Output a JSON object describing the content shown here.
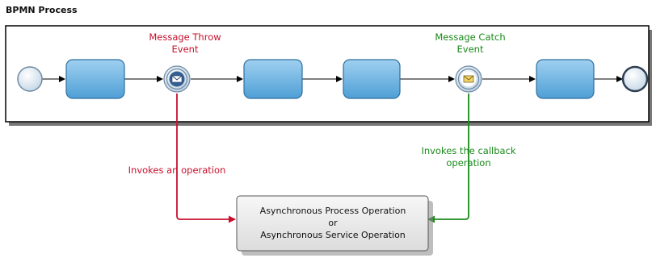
{
  "title": "BPMN Process",
  "labels": {
    "throw_line1": "Message Throw",
    "throw_line2": "Event",
    "catch_line1": "Message Catch",
    "catch_line2": "Event",
    "invokes_operation": "Invokes an operation",
    "callback_line1": "Invokes the callback",
    "callback_line2": "operation"
  },
  "operation_box": {
    "line1": "Asynchronous Process Operation",
    "line2": "or",
    "line3": "Asynchronous Service Operation"
  },
  "colors": {
    "throw": "#c8102e",
    "catch": "#1a8a1a",
    "task_fill": "#6fb3e0",
    "pool_border": "#000000"
  },
  "icons": {
    "throw_event": "envelope-filled-icon",
    "catch_event": "envelope-outline-icon"
  }
}
